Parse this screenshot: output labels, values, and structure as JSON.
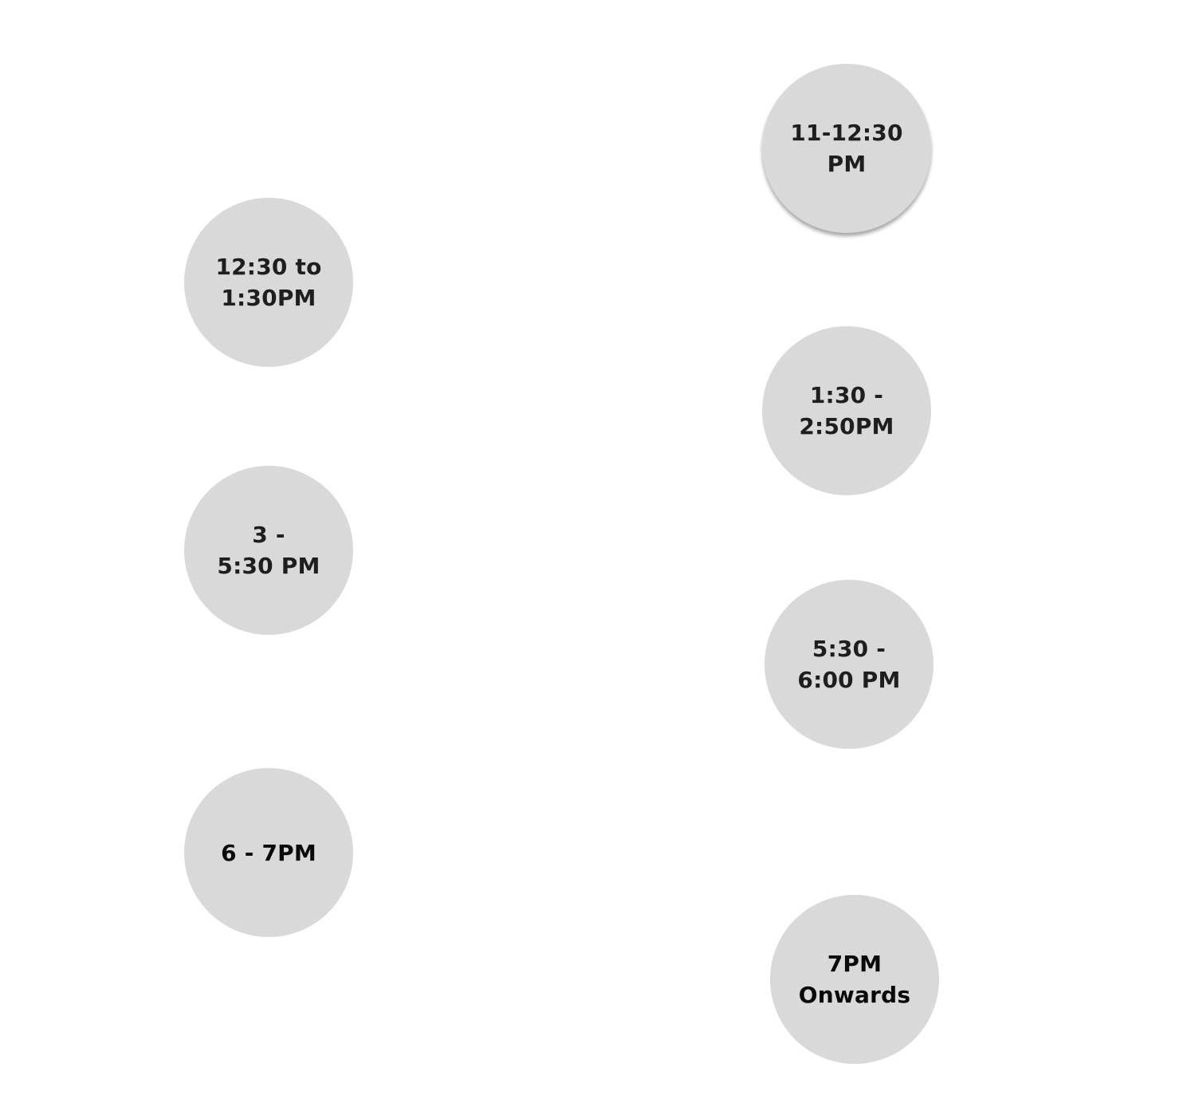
{
  "nodes": [
    {
      "label": "11-12:30\nPM"
    },
    {
      "label": "12:30 to\n1:30PM"
    },
    {
      "label": "1:30 -\n2:50PM"
    },
    {
      "label": "3 -\n5:30 PM"
    },
    {
      "label": "5:30 -\n6:00 PM"
    },
    {
      "label": "6 - 7PM"
    },
    {
      "label": "7PM\nOnwards"
    }
  ],
  "colors": {
    "background": "#ffffff",
    "node_fill": "#d9d9d9",
    "text": "#1e1e1e"
  }
}
